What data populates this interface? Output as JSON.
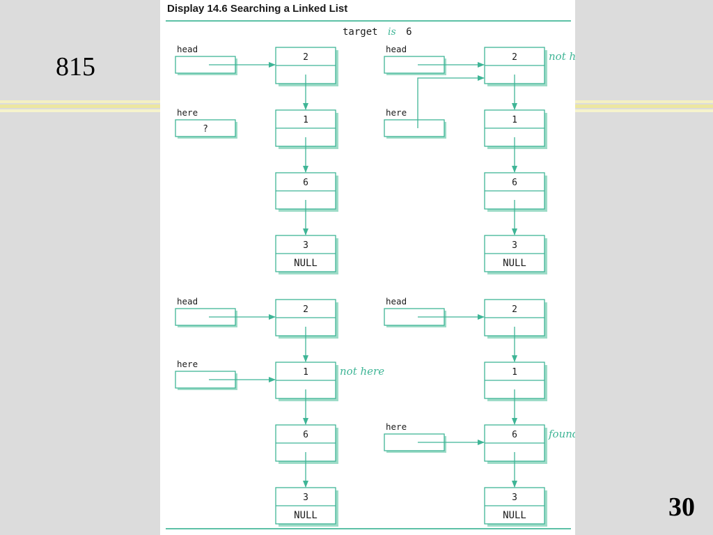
{
  "slide": {
    "page_number": "815",
    "slide_number": "30"
  },
  "figure": {
    "title": "Display 14.6 Searching a Linked List",
    "target_word": "target",
    "is_word": "is",
    "target_value": "6"
  },
  "colors": {
    "accent": "#3fb596",
    "box_shadow": "#9edcc8",
    "background": "#dcdcdc",
    "stripe_yellow": "#f2eeb4"
  },
  "panels": [
    {
      "pointers": [
        {
          "label": "head",
          "value": "",
          "points_to": 0
        },
        {
          "label": "here",
          "value": "?",
          "points_to": null
        }
      ],
      "nodes": [
        {
          "value": "2",
          "next": ""
        },
        {
          "value": "1",
          "next": ""
        },
        {
          "value": "6",
          "next": ""
        },
        {
          "value": "3",
          "next": "NULL"
        }
      ],
      "annotation": {
        "text": "",
        "node": null
      }
    },
    {
      "pointers": [
        {
          "label": "head",
          "value": "",
          "points_to": 0
        },
        {
          "label": "here",
          "value": "",
          "points_to": 0
        }
      ],
      "nodes": [
        {
          "value": "2",
          "next": ""
        },
        {
          "value": "1",
          "next": ""
        },
        {
          "value": "6",
          "next": ""
        },
        {
          "value": "3",
          "next": "NULL"
        }
      ],
      "annotation": {
        "text": "not here",
        "node": 0
      }
    },
    {
      "pointers": [
        {
          "label": "head",
          "value": "",
          "points_to": 0
        },
        {
          "label": "here",
          "value": "",
          "points_to": 1
        }
      ],
      "nodes": [
        {
          "value": "2",
          "next": ""
        },
        {
          "value": "1",
          "next": ""
        },
        {
          "value": "6",
          "next": ""
        },
        {
          "value": "3",
          "next": "NULL"
        }
      ],
      "annotation": {
        "text": "not here",
        "node": 1
      }
    },
    {
      "pointers": [
        {
          "label": "head",
          "value": "",
          "points_to": 0
        },
        {
          "label": "here",
          "value": "",
          "points_to": 2
        }
      ],
      "nodes": [
        {
          "value": "2",
          "next": ""
        },
        {
          "value": "1",
          "next": ""
        },
        {
          "value": "6",
          "next": ""
        },
        {
          "value": "3",
          "next": "NULL"
        }
      ],
      "annotation": {
        "text": "found",
        "node": 2
      }
    }
  ]
}
